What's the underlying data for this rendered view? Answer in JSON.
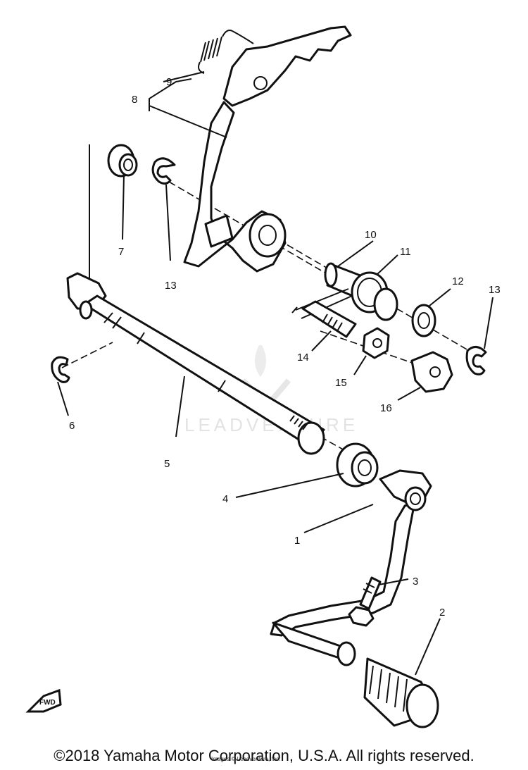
{
  "watermark": "LEADVENTURE",
  "footer": {
    "copyright": "©2018 Yamaha Motor Corporation, U.S.A. All rights reserved.",
    "overprint": "Images © Leadventure, Inc."
  },
  "front_marker": "FWD",
  "callouts": {
    "p1": "1",
    "p2": "2",
    "p3": "3",
    "p4": "4",
    "p5": "5",
    "p6": "6",
    "p7": "7",
    "p8": "8",
    "p9": "9",
    "p10": "10",
    "p11": "11",
    "p12": "12",
    "p13a": "13",
    "p13b": "13",
    "p14": "14",
    "p15": "15",
    "p16": "16"
  }
}
